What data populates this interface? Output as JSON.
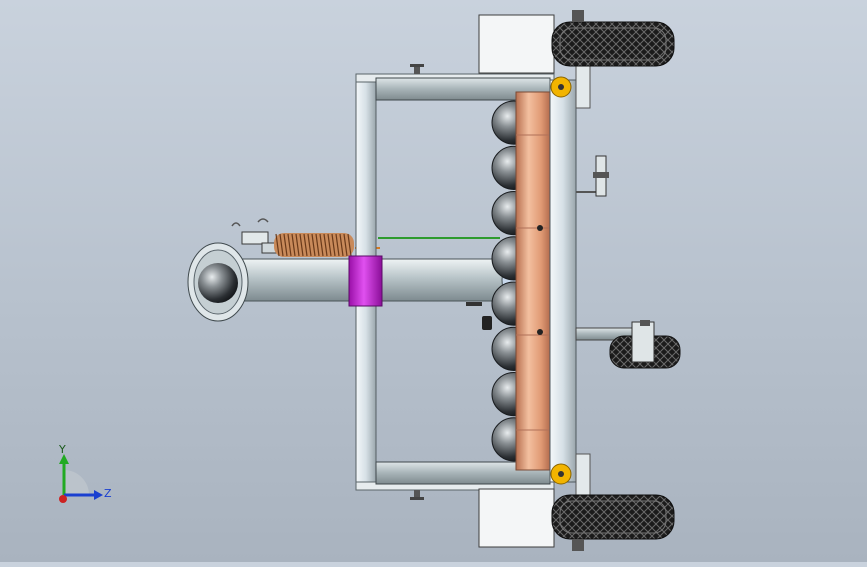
{
  "view": {
    "triad": {
      "y_label": "Y",
      "z_label": "Z"
    }
  },
  "model": {
    "wheel_count": 3,
    "spherical_discs_visible": 8
  },
  "colors": {
    "background_top": "#c9d2dd",
    "background_bottom": "#a9b3bf",
    "tube": "#b6c2c6",
    "plate": "#e9eef0",
    "copper": "#e3a27e",
    "collar": "#c020d0",
    "bearing": "#f0b000",
    "wire": "#2e9b2e",
    "spring": "#b06a3a",
    "tire": "#1e1e1e",
    "axis_y": "#22aa22",
    "axis_z": "#1a3fd0",
    "axis_x": "#cc2222"
  }
}
